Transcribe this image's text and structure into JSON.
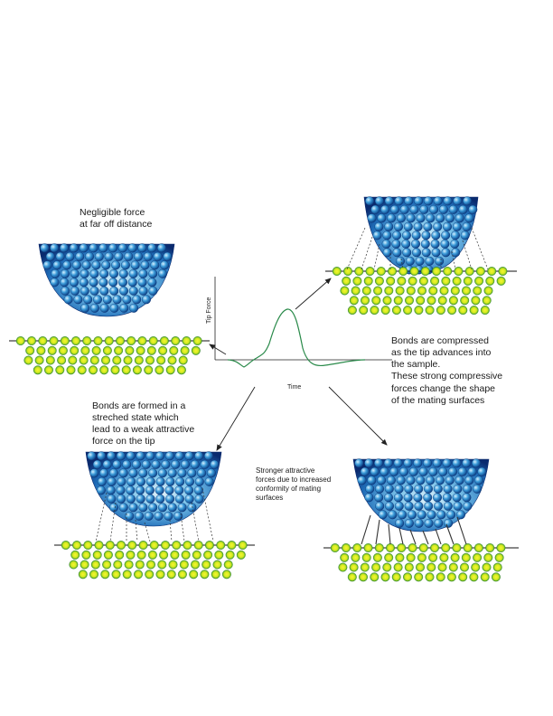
{
  "captions": {
    "far": [
      "Negligible force",
      "at far off distance"
    ],
    "compressed": [
      "Bonds are compressed",
      "as the tip advances into",
      "the sample.",
      "These strong compressive",
      "forces change the shape",
      "of the mating  surfaces"
    ],
    "stretched": [
      "Bonds  are formed in a",
      "streched state  which",
      " lead to a weak attractive",
      "force  on the tip"
    ],
    "stronger": [
      "Stronger attractive",
      "forces due  to increased",
      "conformity of mating",
      "surfaces"
    ]
  },
  "graph": {
    "ylabel": "Tip Force",
    "xlabel": "Time"
  },
  "colors": {
    "tip_dark": "#0a2a6e",
    "tip_mid": "#2a78c0",
    "tip_light": "#bfe4f5",
    "atom_outer": "#1a8a1a",
    "atom_inner": "#e8f02a"
  }
}
